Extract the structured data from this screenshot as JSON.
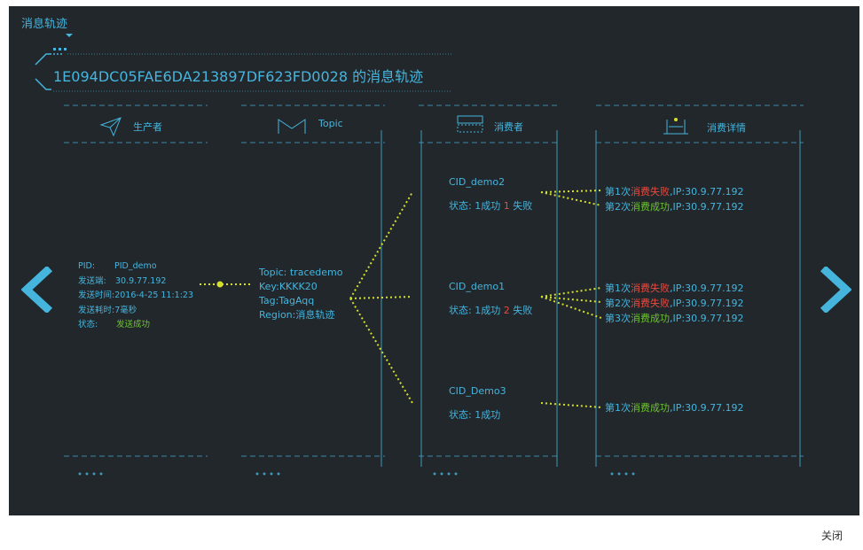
{
  "dialog": {
    "title": "消息轨迹",
    "close_label": "关闭"
  },
  "trace": {
    "message_id": "1E094DC05FAE6DA213897DF623FD0028",
    "title_suffix": " 的消息轨迹"
  },
  "columns": [
    "生产者",
    "Topic",
    "消费者",
    "消费详情"
  ],
  "producer": {
    "pid_label": "PID:",
    "pid_value": "PID_demo",
    "host_label": "发送端:",
    "host_value": "30.9.77.192",
    "time_label": "发送时间:",
    "time_value": "2016-4-25 11:1:23",
    "cost_label": "发送耗时:",
    "cost_value": "7毫秒",
    "status_label": "状态:",
    "status_value": "发送成功"
  },
  "topic": {
    "topic_line": "Topic: tracedemo",
    "key_line": "Key:KKKK20",
    "tag_line": "Tag:TagAqq",
    "region_line": "Region:消息轨迹"
  },
  "consumers": [
    {
      "name": "CID_demo2",
      "status_prefix": "状态: 1成功 ",
      "fail_count": "1",
      "fail_suffix": " 失败"
    },
    {
      "name": "CID_demo1",
      "status_prefix": "状态: 1成功 ",
      "fail_count": "2",
      "fail_suffix": " 失败"
    },
    {
      "name": "CID_Demo3",
      "status_prefix": "状态: 1成功",
      "fail_count": "",
      "fail_suffix": ""
    }
  ],
  "details": [
    {
      "n": "第1次",
      "result": "消费失败",
      "ok": false,
      "ip": ",IP:30.9.77.192"
    },
    {
      "n": "第2次",
      "result": "消费成功",
      "ok": true,
      "ip": ",IP:30.9.77.192"
    },
    {
      "n": "第1次",
      "result": "消费失败",
      "ok": false,
      "ip": ",IP:30.9.77.192"
    },
    {
      "n": "第2次",
      "result": "消费失败",
      "ok": false,
      "ip": ",IP:30.9.77.192"
    },
    {
      "n": "第3次",
      "result": "消费成功",
      "ok": true,
      "ip": ",IP:30.9.77.192"
    },
    {
      "n": "第1次",
      "result": "消费成功",
      "ok": true,
      "ip": ",IP:30.9.77.192"
    }
  ],
  "colors": {
    "background": "#22272b",
    "accent": "#45b5de",
    "link": "#d4e02a",
    "fail": "#e64b40",
    "success": "#6dc232"
  },
  "icons": [
    "paper-plane-icon",
    "topic-icon",
    "consumer-icon",
    "details-icon",
    "chevron-left-icon",
    "chevron-right-icon"
  ]
}
